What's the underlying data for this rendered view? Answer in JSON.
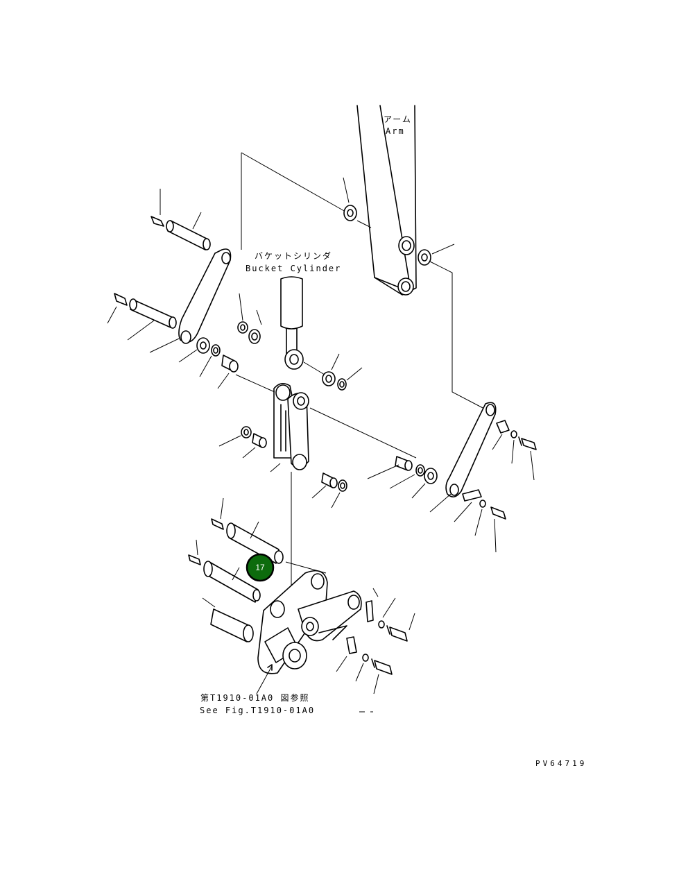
{
  "labels": {
    "arm_jp": "アーム",
    "arm_en": "Arm",
    "bucket_cylinder_jp": "バケットシリンダ",
    "bucket_cylinder_en": "Bucket Cylinder",
    "see_fig_jp": "第T1910-01A0 図参照",
    "see_fig_en": "See Fig.T1910-01A0",
    "drawing_code": "PV64719"
  },
  "callout": {
    "number": "17",
    "color": "#0d6b0d"
  }
}
